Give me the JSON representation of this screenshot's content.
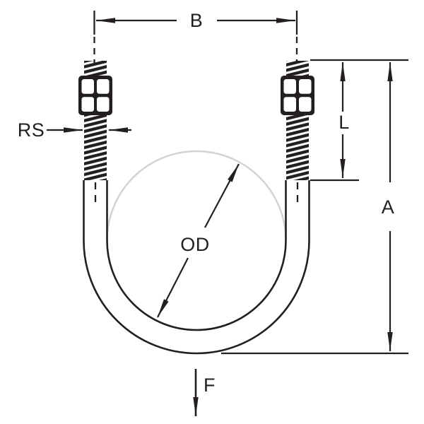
{
  "diagram": {
    "type": "technical-drawing",
    "subject": "U-bolt with double hex nuts clamped around a pipe, with dimension callouts",
    "labels": {
      "bolt_spread": "B",
      "rod_size": "RS",
      "thread_length": "L",
      "overall_length": "A",
      "outside_diameter": "OD",
      "force": "F"
    },
    "colors": {
      "line": "#231f20",
      "pipe_circle": "#d2d2d2",
      "background": "#ffffff"
    }
  }
}
